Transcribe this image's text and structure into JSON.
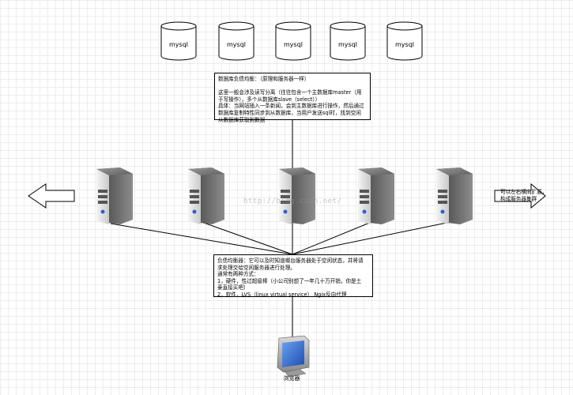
{
  "databases": [
    {
      "label": "mysql"
    },
    {
      "label": "mysql"
    },
    {
      "label": "mysql"
    },
    {
      "label": "mysql"
    },
    {
      "label": "mysql"
    }
  ],
  "db_note": {
    "lines": [
      "数据库负债均衡：（原理和服务器一样）",
      "",
      "这里一般会涉及读写分离（往往包含一个主数据库master（用",
      "于写操作），多个从数据库slave（select））",
      "具体：当网站插入一条新闻，会到主数据库进行操作，然后通过",
      "数据库复制特性同步到从数据库，当用户发送sql时，找到空闲",
      "从数据库获取到数据"
    ]
  },
  "cluster_note": {
    "lines": [
      "可以左右横向扩展，",
      "构成服务器集群"
    ]
  },
  "watermark": "http://blog.csdn.net/",
  "lb_note": {
    "lines": [
      "负债均衡器：它可以及时知道哪台服务器处于空闲状态，并将请",
      "求处理交给空闲服务器进行处理。",
      "通常有两种方式：",
      "1，硬件，性过超级棒（小公司别想了一年几十万开销，你是土",
      "豪直接买吧）",
      "2，软件，LVS（linux virtual service）  Ngix反向代理"
    ]
  },
  "browser": {
    "label": "浏览器"
  },
  "colors": {
    "server_body": "#606060",
    "server_front": "#e6e6e6",
    "server_led": "#2f5fd0",
    "line": "#000000"
  },
  "icons": [
    "server-icon",
    "database-icon",
    "monitor-icon",
    "arrow-left-icon",
    "arrow-right-icon"
  ]
}
